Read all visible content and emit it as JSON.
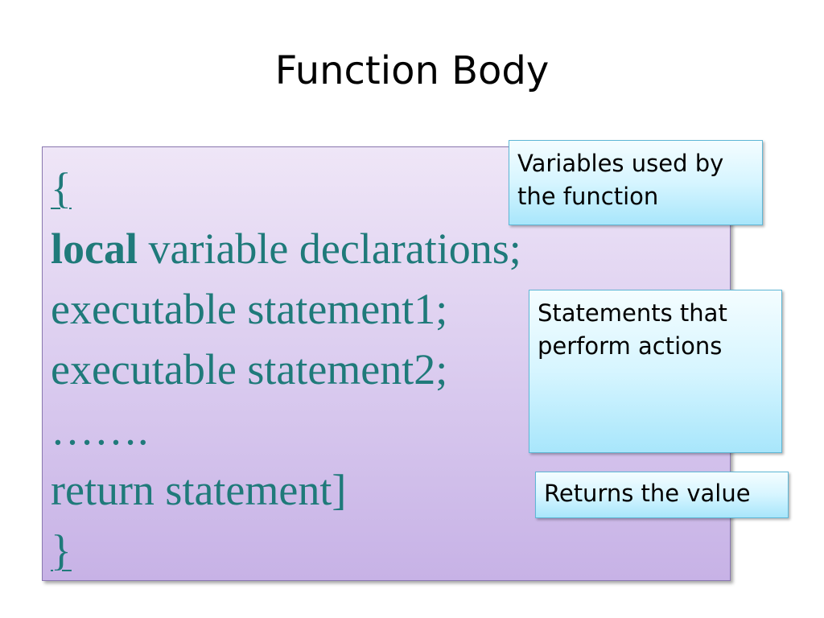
{
  "slide": {
    "title": "Function Body"
  },
  "code": {
    "open_brace": "{",
    "line1_keyword": "local",
    "line1_rest": " variable declarations;",
    "line2": "executable statement1;",
    "line3": "executable statement2;",
    "line4": "…….",
    "line5": "return statement]",
    "close_brace": "}"
  },
  "callouts": {
    "variables": "Variables used by the function",
    "statements": "Statements that perform actions",
    "returns": "Returns the value"
  },
  "colors": {
    "code_text": "#1f7a7a",
    "code_box_top": "#efe6f7",
    "code_box_bottom": "#c7b2e6",
    "callout_top": "#f4fdff",
    "callout_bottom": "#a8e6fb"
  }
}
